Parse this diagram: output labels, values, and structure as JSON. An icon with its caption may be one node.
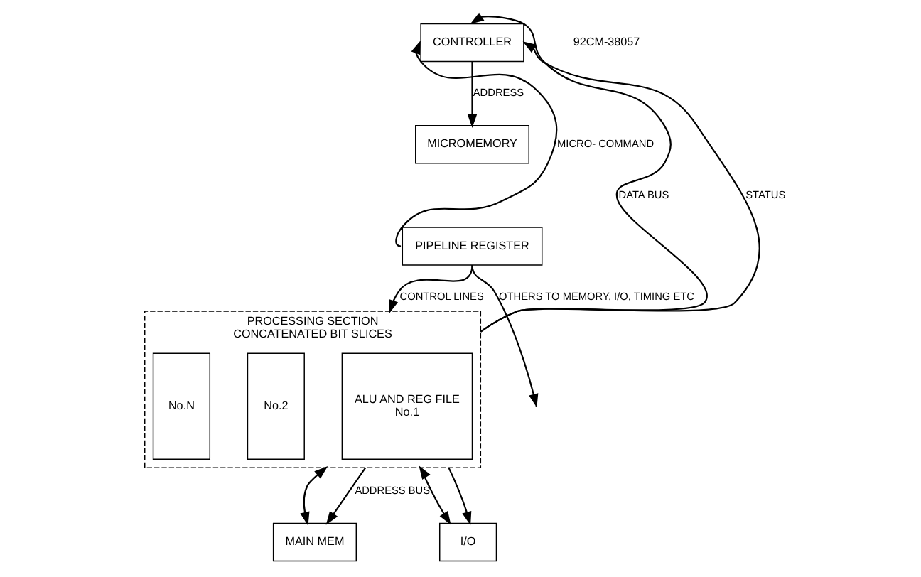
{
  "diagram": {
    "nodes": [
      {
        "text": [
          "CONTROLLER"
        ]
      },
      {
        "text": [
          "MICROMEMORY"
        ]
      },
      {
        "text": [
          "PIPELINE REGISTER"
        ]
      },
      {
        "text": [
          "PROCESSING SECTION",
          "CONCATENATED BIT SLICES"
        ]
      },
      {
        "text": [
          "ALU AND REG FILE",
          "No.1"
        ],
        "in": 3
      },
      {
        "text": [
          "No.2"
        ],
        "in": 3
      },
      {
        "text": [
          "No.N"
        ],
        "in": 3
      },
      {
        "text": [
          "MAIN MEM"
        ]
      },
      {
        "text": [
          "I/O"
        ]
      }
    ],
    "edges": [
      {
        "from": 3,
        "to": 0,
        "arrow": "to",
        "label": "DATA BUS"
      },
      {
        "from": 3,
        "to": 7,
        "arrow": "both"
      },
      {
        "from": 3,
        "to": 8,
        "arrow": "both"
      },
      {
        "from": 3,
        "to": 0,
        "arrow": "to",
        "label": "STATUS"
      },
      {
        "from": 0,
        "to": 1,
        "arrow": "to",
        "label": "ADDRESS"
      },
      {
        "from": 2,
        "to": 0,
        "arrow": "to",
        "label": "MICRO- COMMAND"
      },
      {
        "from": 2,
        "to": 3,
        "arrow": "to",
        "label": "CONTROL LINES"
      },
      {
        "from": 2,
        "to": null,
        "arrow": "to",
        "label": "OTHERS TO MEMORY, I/O, TIMING ETC"
      },
      {
        "from": 3,
        "to": 7,
        "arrow": "to",
        "label": "ADDRESS BUS"
      },
      {
        "from": 3,
        "to": 8,
        "arrow": "to"
      }
    ],
    "labels": [
      "92CM-38057"
    ]
  }
}
